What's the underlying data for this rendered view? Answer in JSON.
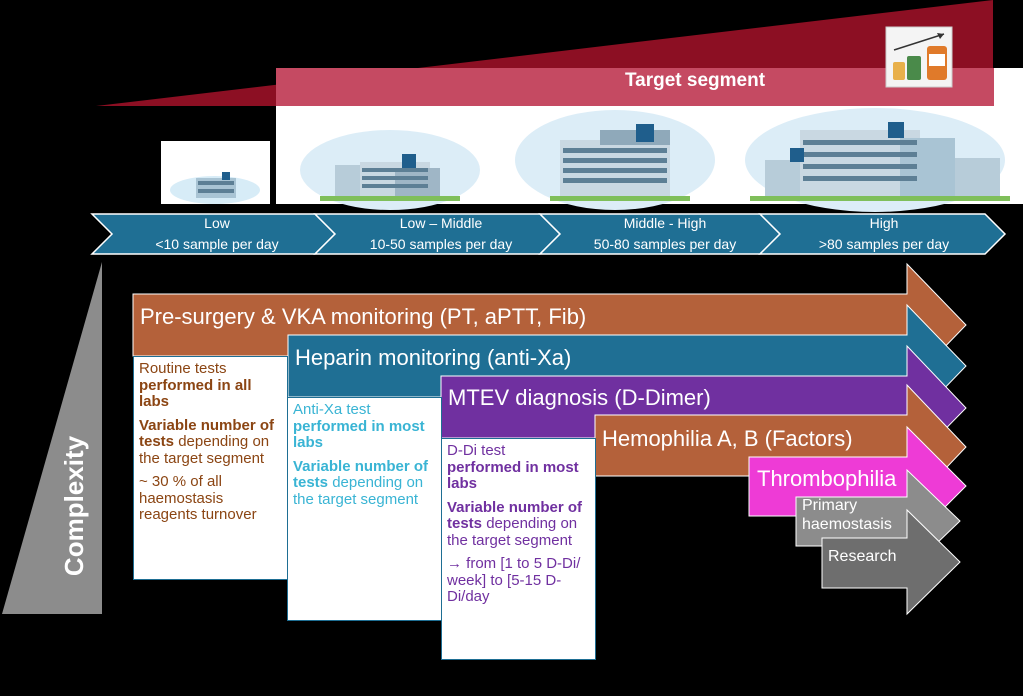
{
  "target_segment": {
    "label": "Target segment"
  },
  "segments": [
    {
      "level": "Low",
      "samples": "<10 sample per day"
    },
    {
      "level": "Low – Middle",
      "samples": "10-50 samples per day"
    },
    {
      "level": "Middle  - High",
      "samples": "50-80 samples per day"
    },
    {
      "level": "High",
      "samples": ">80 samples per day"
    }
  ],
  "complexity_label": "Complexity",
  "arrows": [
    {
      "label": "Pre-surgery  & VKA monitoring (PT, aPTT, Fib)",
      "color": "#b4613a"
    },
    {
      "label": "Heparin monitoring (anti-Xa)",
      "color": "#1f6f94"
    },
    {
      "label": "MTEV diagnosis (D-Dimer)",
      "color": "#7030a0"
    },
    {
      "label": "Hemophilia A, B (Factors)",
      "color": "#b4613a"
    },
    {
      "label": "Thrombophilia",
      "color": "#ee3bd6"
    },
    {
      "label": "Primary haemostasis",
      "color": "#8c8c8c"
    },
    {
      "label": "Research",
      "color": "#6e6e6e"
    }
  ],
  "notes": {
    "routine": {
      "p1_plain": "Routine tests",
      "p1_bold": "performed in all labs",
      "p2_bold": "Variable number of tests",
      "p2_plain": "depending on the target segment",
      "p3": "~ 30 % of all haemostasis reagents turnover",
      "color": "#8b4513"
    },
    "antixa": {
      "p1_plain": "Anti-Xa test",
      "p1_bold": "performed in most labs",
      "p2_bold": "Variable number of tests",
      "p2_plain": "depending on the target segment",
      "color": "#39b4d4"
    },
    "ddimer": {
      "p1_plain": "D-Di test",
      "p1_bold": "performed in most labs",
      "p2_bold": "Variable number of tests",
      "p2_plain": "depending on the target segment",
      "p3": "→ from [1 to 5 D-Di/ week] to [5-15 D-Di/day",
      "color": "#7030a0"
    }
  },
  "colors": {
    "segment_arrow": "#1f6f94",
    "target_band": "#c54a62",
    "wedge": "#b80022"
  }
}
